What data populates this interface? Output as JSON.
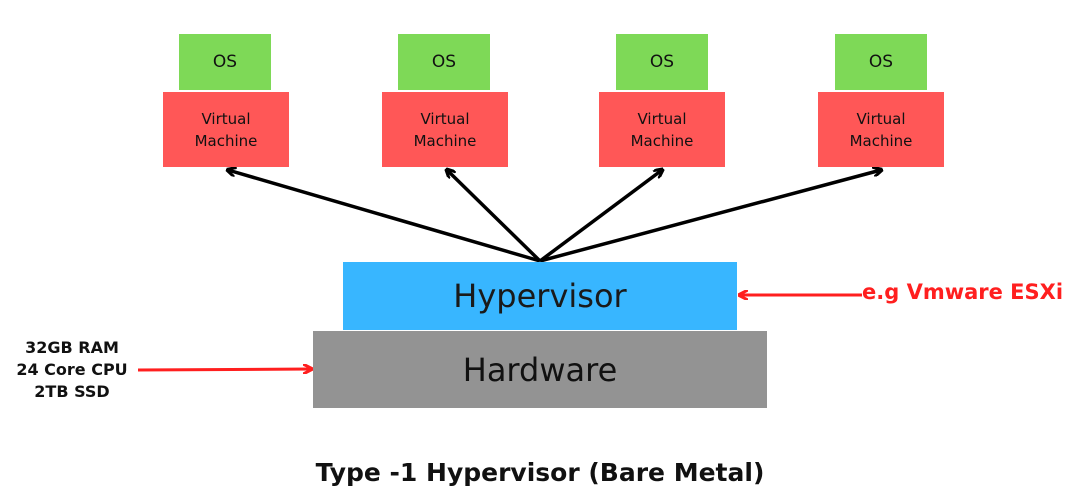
{
  "vms": [
    {
      "os_label": "OS",
      "vm_label_line1": "Virtual",
      "vm_label_line2": "Machine"
    },
    {
      "os_label": "OS",
      "vm_label_line1": "Virtual",
      "vm_label_line2": "Machine"
    },
    {
      "os_label": "OS",
      "vm_label_line1": "Virtual",
      "vm_label_line2": "Machine"
    },
    {
      "os_label": "OS",
      "vm_label_line1": "Virtual",
      "vm_label_line2": "Machine"
    }
  ],
  "hypervisor_label": "Hypervisor",
  "hardware_label": "Hardware",
  "hardware_specs": [
    "32GB RAM",
    "24 Core CPU",
    "2TB SSD"
  ],
  "hypervisor_example": "e.g Vmware ESXi",
  "title": "Type -1 Hypervisor (Bare Metal)",
  "colors": {
    "os": "#7ed957",
    "vm": "#ff5757",
    "hypervisor": "#38b6ff",
    "hardware": "#939393",
    "annotation": "#ff1f1f"
  }
}
